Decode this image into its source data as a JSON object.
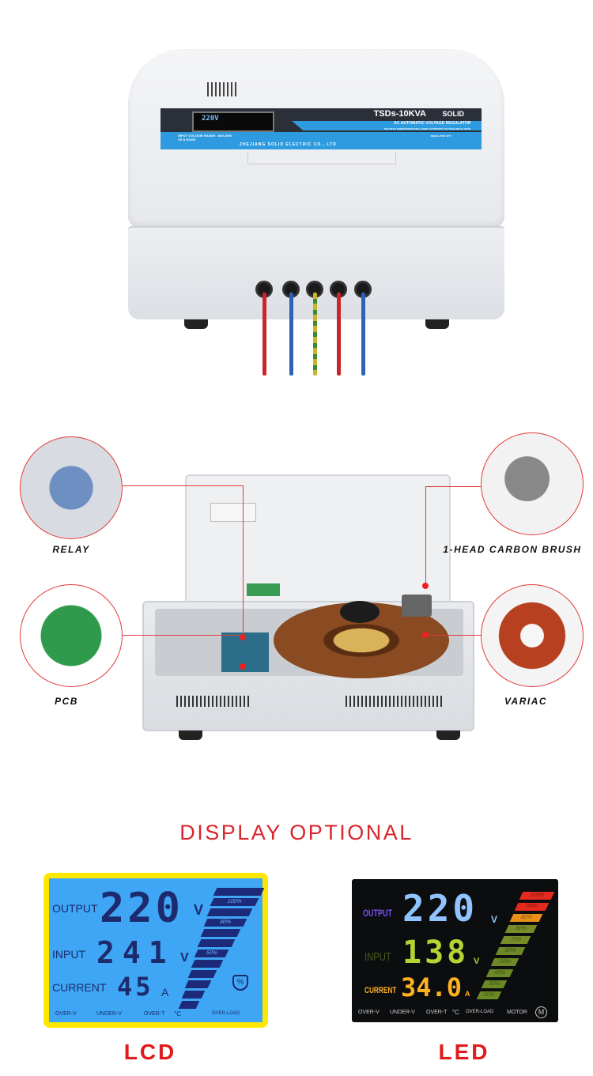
{
  "product": {
    "brand": "SOLID",
    "model": "TSDs-10KVA",
    "title": "AC AUTOMATIC VOLTAGE REGULATOR",
    "subtitle": "THE FIFTH GENERATION INTELLIGENT AUTOMATIC VOLTAGE REGULATOR",
    "input_range": "INPUT VOLTAGE RANGE : 80V-260V",
    "cert": "CE & ROHS",
    "manufacturer": "ZHEJIANG SOLID ELECTRIC CO., LTD",
    "switch_labels": "REGULATOR   CITY",
    "mini_display": "220V",
    "wire_colors": [
      "#c8262b",
      "#2f62b5",
      "#c9b42a",
      "#c8262b",
      "#2f62b5"
    ]
  },
  "components": {
    "relay": "RELAY",
    "carbon_brush": "1-HEAD CARBON BRUSH",
    "pcb": "PCB",
    "variac": "VARIAC"
  },
  "display_section": {
    "title": "DISPLAY OPTIONAL",
    "lcd_label": "LCD",
    "led_label": "LED"
  },
  "lcd": {
    "output_label": "OUTPUT",
    "output_value": "220",
    "output_unit": "V",
    "input_label": "INPUT",
    "input_value": "241",
    "input_unit": "V",
    "current_label": "CURRENT",
    "current_value": "45",
    "current_unit": "A",
    "bar_labels": [
      "100%",
      "80%",
      "50%"
    ],
    "indicators": [
      "OVER-V",
      "UNDER-V",
      "OVER-T",
      "°C",
      "OVER-LOAD"
    ],
    "accent": "#ffe800",
    "background": "#3ea6f5"
  },
  "led": {
    "output_label": "OUTPUT",
    "output_value": "220",
    "output_unit": "V",
    "input_label": "INPUT",
    "input_value": "138",
    "input_unit": "V",
    "current_label": "CURRENT",
    "current_value": "34.0",
    "current_unit": "A",
    "bar_labels": [
      "100%",
      "90%",
      "80%",
      "80%",
      "70%",
      "60%",
      "50%",
      "40%",
      "30%",
      "20%"
    ],
    "indicators": [
      "OVER-V",
      "UNDER-V",
      "OVER-T",
      "°C",
      "OVER-LOAD",
      "MOTOR",
      "M"
    ],
    "colors": {
      "output": "#8fc4ff",
      "input": "#b6d334",
      "current": "#ffb020",
      "output_label": "#7b4dff"
    }
  }
}
